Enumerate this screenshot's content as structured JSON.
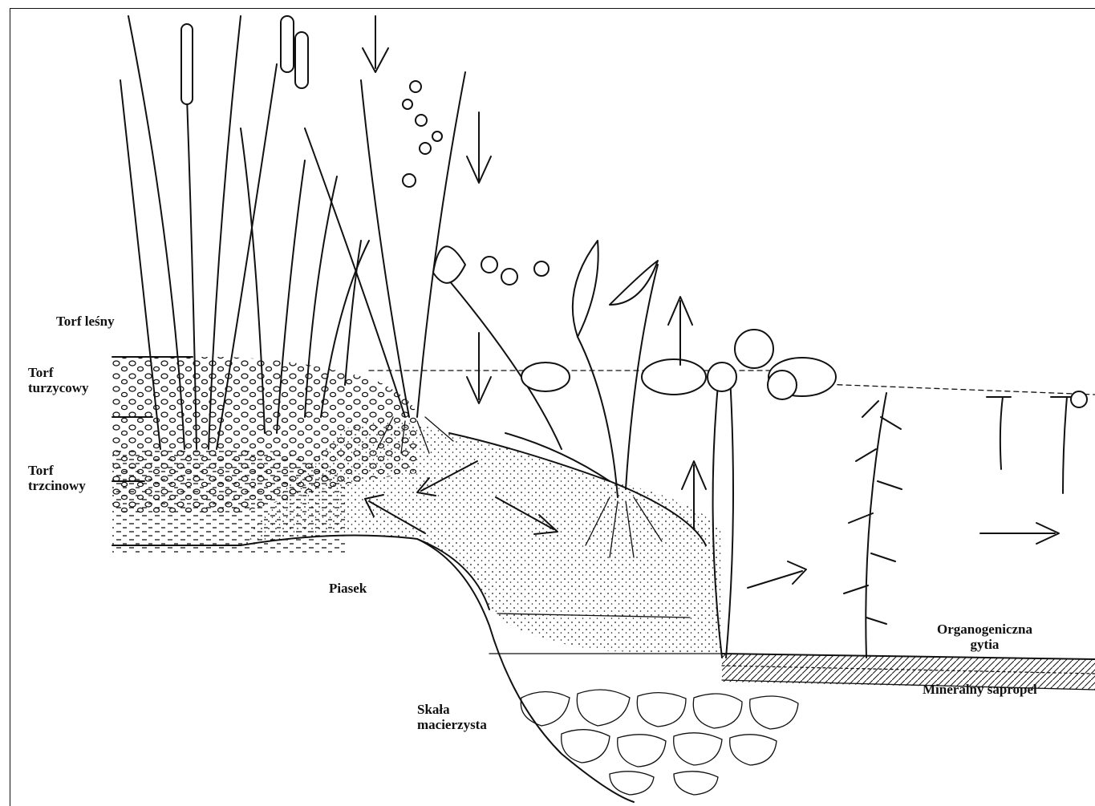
{
  "labels": {
    "torf_lesny": "Torf leśny",
    "torf_turzycowy": "Torf\nturzycowy",
    "torf_trzcinowy": "Torf\ntrzcinowy",
    "piasek": "Piasek",
    "skala_macierzysta": "Skała\nmacierzysta",
    "gytia": "Organogeniczna\ngytia",
    "sapropel": "Mineralny sapropel"
  },
  "arrows": [
    {
      "id": "down-1",
      "direction": "down"
    },
    {
      "id": "down-2",
      "direction": "down"
    },
    {
      "id": "down-3",
      "direction": "down"
    },
    {
      "id": "up-1",
      "direction": "up"
    },
    {
      "id": "up-2",
      "direction": "up"
    },
    {
      "id": "left-1",
      "direction": "down-left"
    },
    {
      "id": "left-2",
      "direction": "left"
    },
    {
      "id": "right-1",
      "direction": "down-right"
    },
    {
      "id": "right-2",
      "direction": "up-right"
    },
    {
      "id": "right-3",
      "direction": "right"
    }
  ]
}
